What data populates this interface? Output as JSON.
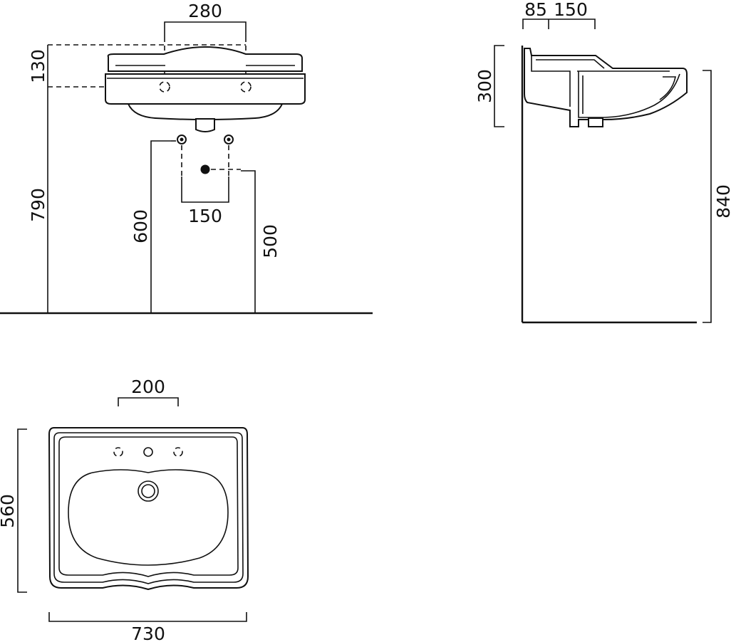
{
  "front_view": {
    "tap_spacing": "280",
    "top_height": "130",
    "total_height": "790",
    "supply_spacing": "150",
    "supply_height": "600",
    "waste_height": "500"
  },
  "side_view": {
    "rim_offset": "85",
    "tap_offset": "150",
    "depth": "300",
    "overall_height": "840"
  },
  "plan_view": {
    "tap_spacing": "200",
    "depth": "560",
    "width": "730"
  },
  "colors": {
    "line": "#111111",
    "background": "#ffffff"
  }
}
